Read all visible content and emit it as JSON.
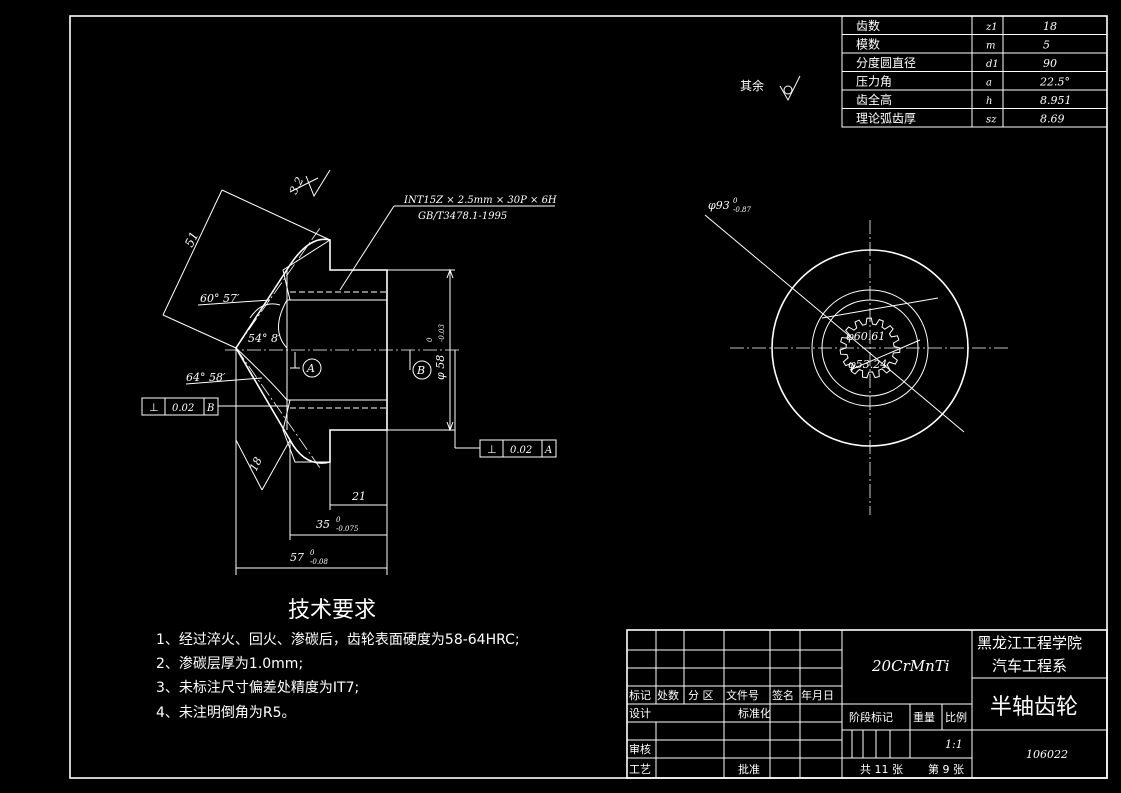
{
  "gear_params": [
    {
      "name": "齿数",
      "symbol": "z1",
      "value": "18"
    },
    {
      "name": "模数",
      "symbol": "m",
      "value": "5"
    },
    {
      "name": "分度圆直径",
      "symbol": "d1",
      "value": "90"
    },
    {
      "name": "压力角",
      "symbol": "a",
      "value": "22.5°"
    },
    {
      "name": "齿全高",
      "symbol": "h",
      "value": "8.951"
    },
    {
      "name": "理论弧齿厚",
      "symbol": "sz",
      "value": "8.69"
    }
  ],
  "roughness_note": {
    "label": "其余"
  },
  "spline_note": {
    "line1": "INT15Z × 2.5mm × 30P × 6H",
    "line2": "GB/T3478.1-1995"
  },
  "dims": {
    "d58": "φ 58",
    "d58_tol_up": "0",
    "d58_tol_dn": "-0.03",
    "len21": "21",
    "len35": "35",
    "len35_tol_up": "0",
    "len35_tol_dn": "-0.075",
    "len57": "57",
    "len57_tol_up": "0",
    "len57_tol_dn": "-0.08",
    "len51": "51",
    "len18": "18",
    "r32": "3.2",
    "ang60": "60° 57′",
    "ang54": "54° 8′",
    "ang64": "64° 58′",
    "dia93": "φ93",
    "dia93_tol_up": "0",
    "dia93_tol_dn": "-0.87",
    "dia60": "φ60.61",
    "dia53": "φ53.24"
  },
  "datums": {
    "a": "A",
    "b": "B"
  },
  "tolerance_frames": [
    {
      "symbol": "⊥",
      "value": "0.02",
      "datum": "B"
    },
    {
      "symbol": "⊥",
      "value": "0.02",
      "datum": "A"
    }
  ],
  "tech_requirements": {
    "title": "技术要求",
    "items": [
      "1、经过淬火、回火、渗碳后，齿轮表面硬度为58-64HRC;",
      "2、渗碳层厚为1.0mm;",
      "3、未标注尺寸偏差处精度为IT7;",
      "4、未注明倒角为R5。"
    ]
  },
  "title_block": {
    "material": "20CrMnTi",
    "school": "黑龙江工程学院",
    "dept": "汽车工程系",
    "part_name": "半轴齿轮",
    "drawing_no": "106022",
    "hdr_mark": "标记",
    "hdr_count": "处数",
    "hdr_zone": "分 区",
    "hdr_doc": "文件号",
    "hdr_sign": "签名",
    "hdr_date": "年月日",
    "design": "设计",
    "standard": "标准化",
    "review": "审核",
    "process": "工艺",
    "approve": "批准",
    "stage": "阶段标记",
    "weight": "重量",
    "scale_label": "比例",
    "scale": "1:1",
    "total": "共 11 张",
    "sheet": "第 9 张"
  }
}
